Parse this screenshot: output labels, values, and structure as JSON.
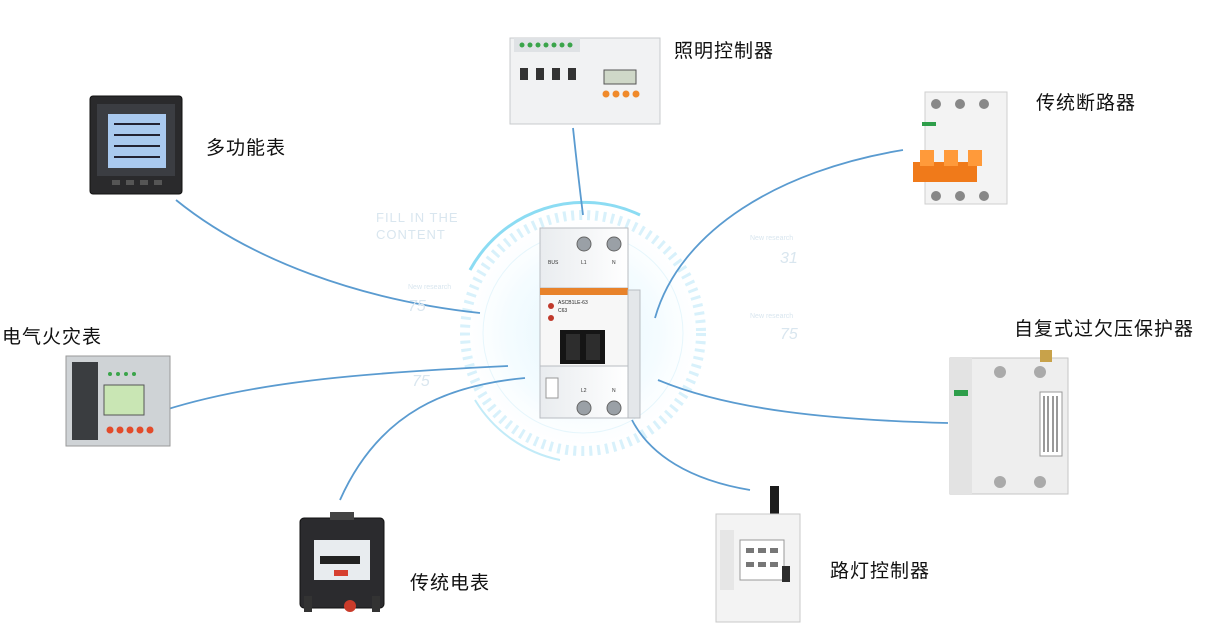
{
  "center_device": {
    "terminals_top": [
      "BUS",
      "L1",
      "N"
    ],
    "terminals_bottom": [
      "L2",
      "N"
    ],
    "model": "ASCB1LE-63",
    "rating": "C63"
  },
  "devices": {
    "lighting_controller": "照明控制器",
    "traditional_breaker": "传统断路器",
    "multifunction_meter": "多功能表",
    "fire_meter": "电气火灾表",
    "reclosing_protector": "自复式过欠压保护器",
    "traditional_meter": "传统电表",
    "street_light_controller": "路灯控制器"
  },
  "decorative": {
    "fill_line1": "FILL IN THE",
    "fill_line2": "CONTENT",
    "new_research_a": "New research",
    "new_research_b": "New research",
    "new_research_c": "New research",
    "num_31": "31",
    "num_75a": "75",
    "num_75b": "75",
    "num_75c": "75"
  },
  "colors": {
    "connector": "#5a9bd0",
    "ring": "#6fd3f0"
  }
}
